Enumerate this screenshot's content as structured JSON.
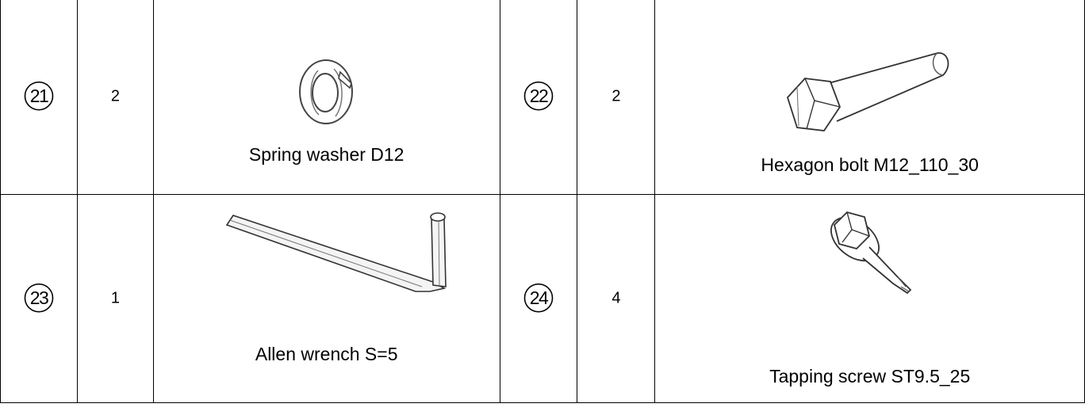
{
  "parts": [
    {
      "index": "21",
      "quantity": "2",
      "description": "Spring washer D12",
      "icon": "spring-washer-icon"
    },
    {
      "index": "22",
      "quantity": "2",
      "description": "Hexagon bolt M12_110_30",
      "icon": "hexagon-bolt-icon"
    },
    {
      "index": "23",
      "quantity": "1",
      "description": "Allen wrench S=5",
      "icon": "allen-wrench-icon"
    },
    {
      "index": "24",
      "quantity": "4",
      "description": "Tapping screw ST9.5_25",
      "icon": "tapping-screw-icon"
    }
  ]
}
